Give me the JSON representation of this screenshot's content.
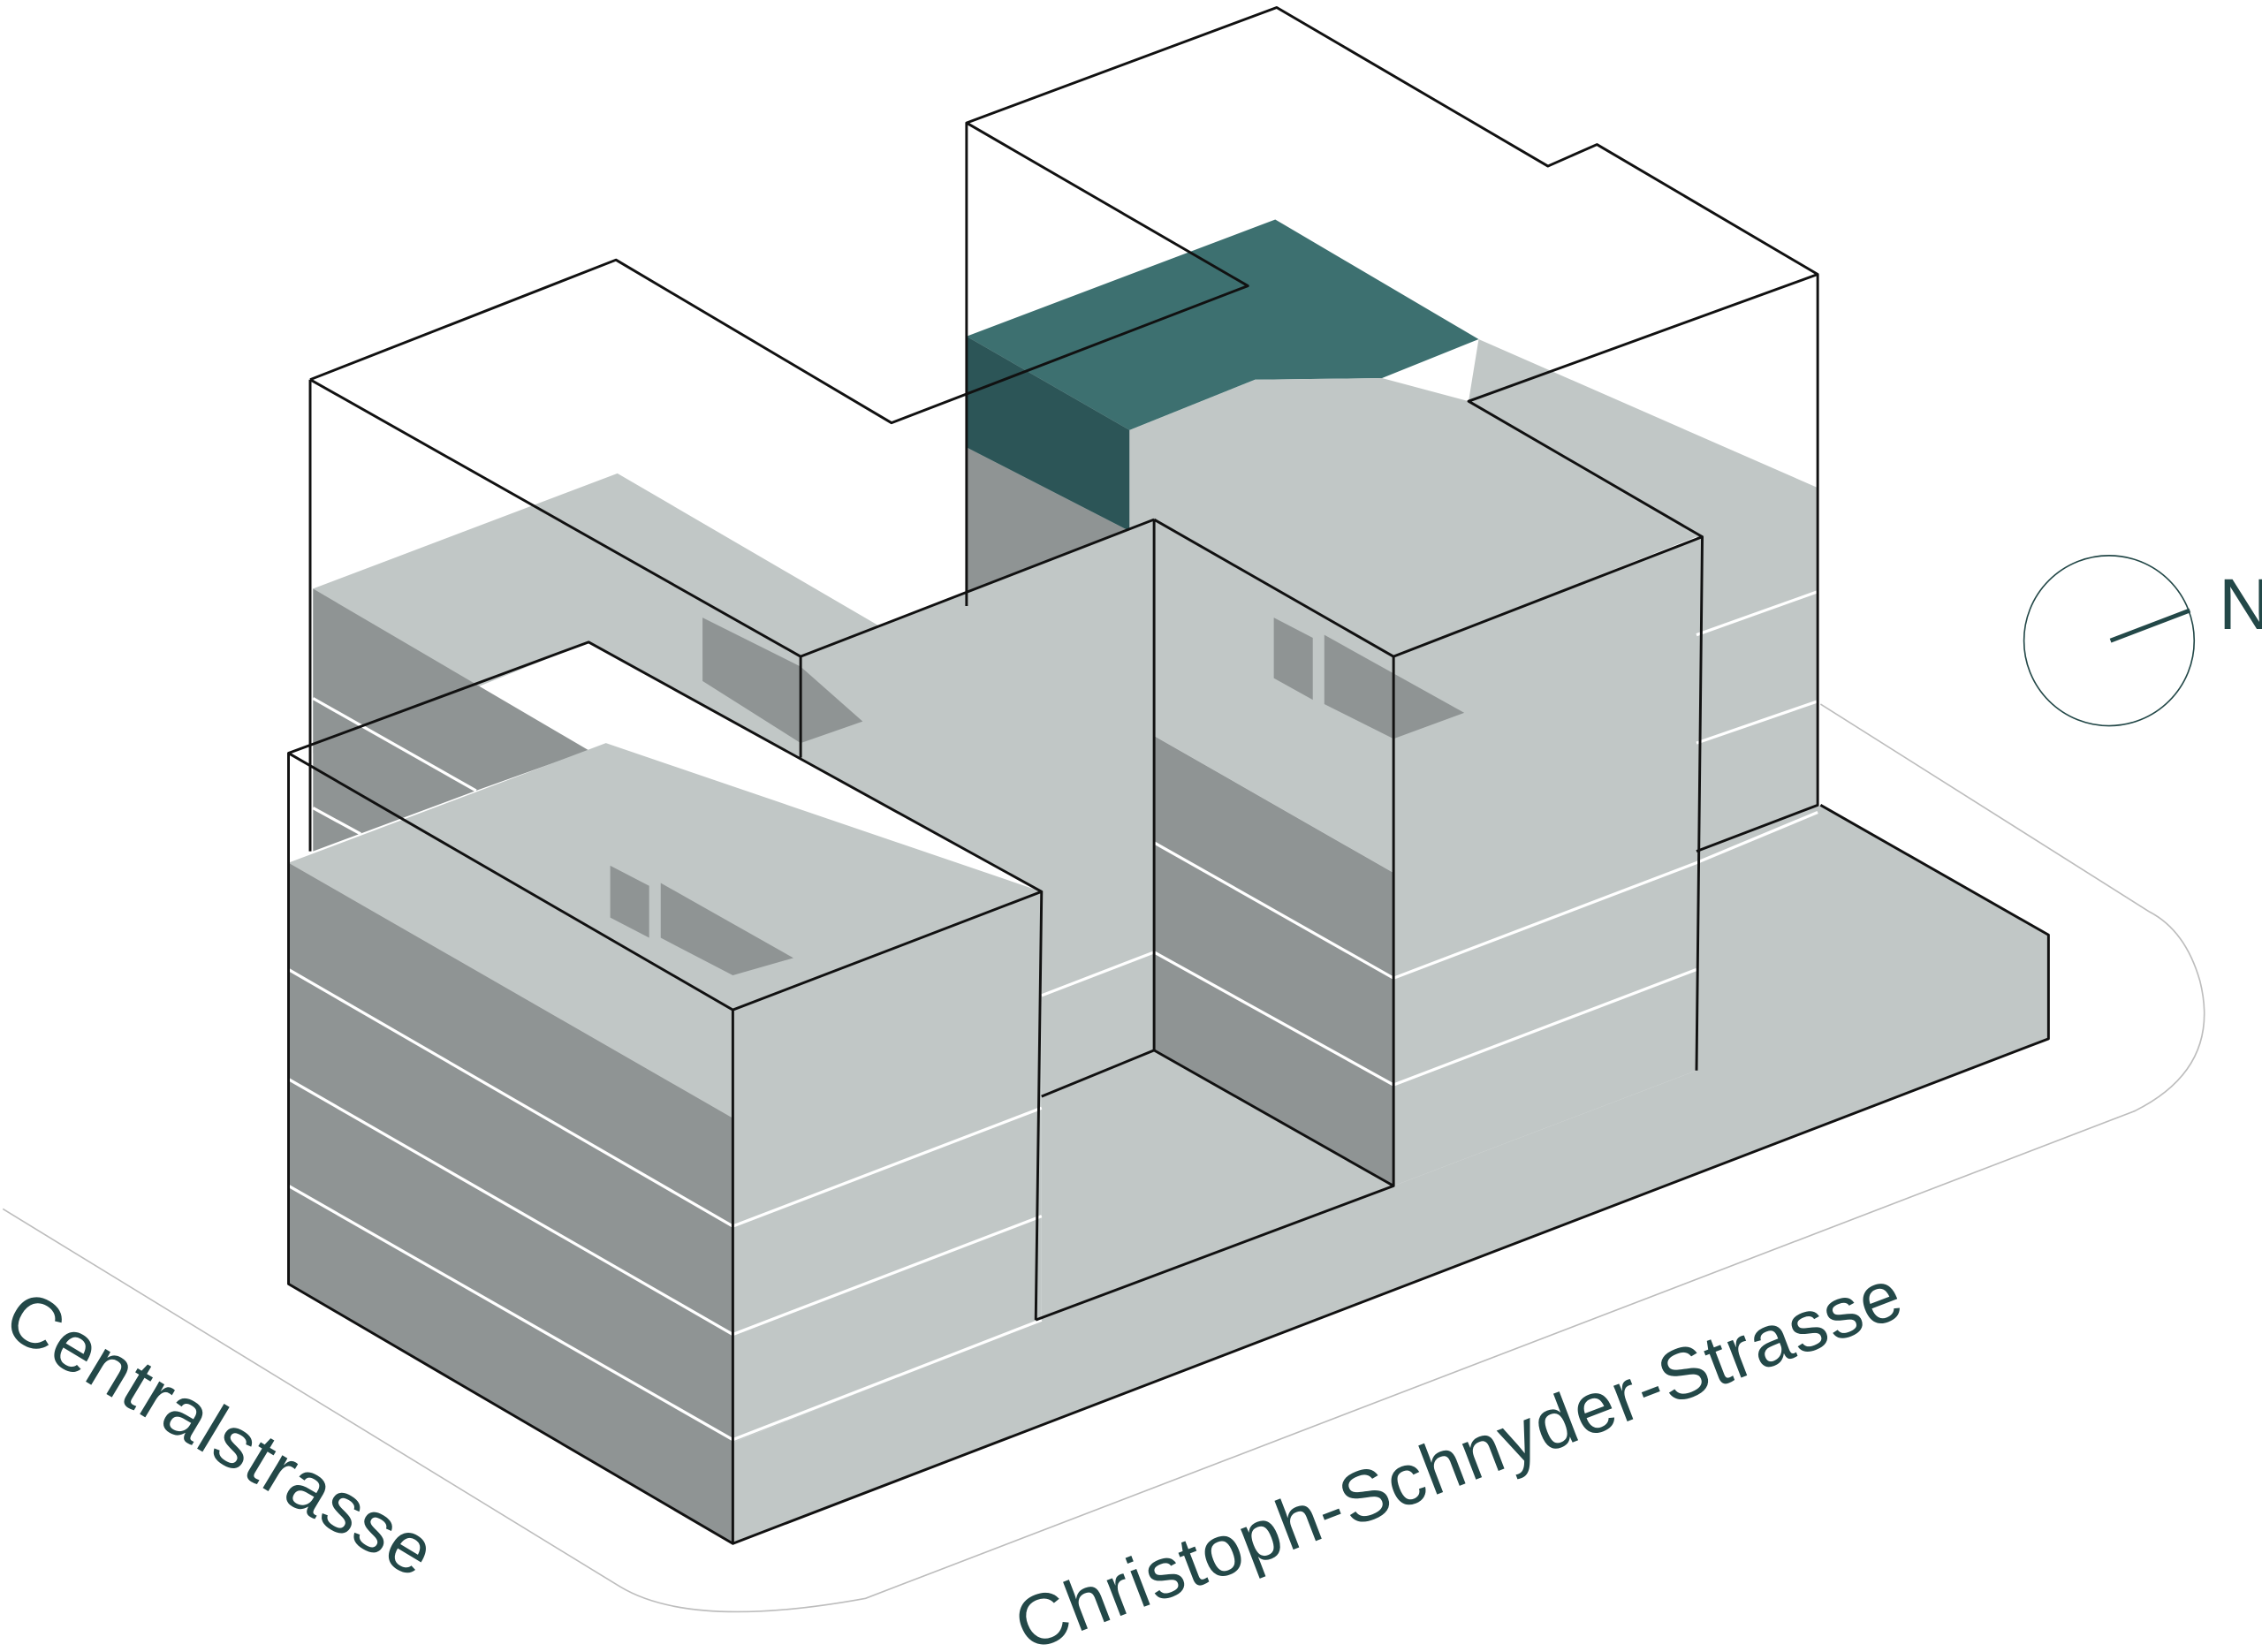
{
  "streets": {
    "west": "Centralstrasse",
    "south": "Christoph-Schnyder-Strasse"
  },
  "compass": {
    "label": "N"
  },
  "colors": {
    "light_face": "#c1c7c6",
    "dark_face": "#8f9494",
    "highlight_top": "#3d7070",
    "highlight_side": "#2c5557",
    "text": "#234848",
    "outline": "#111111"
  }
}
